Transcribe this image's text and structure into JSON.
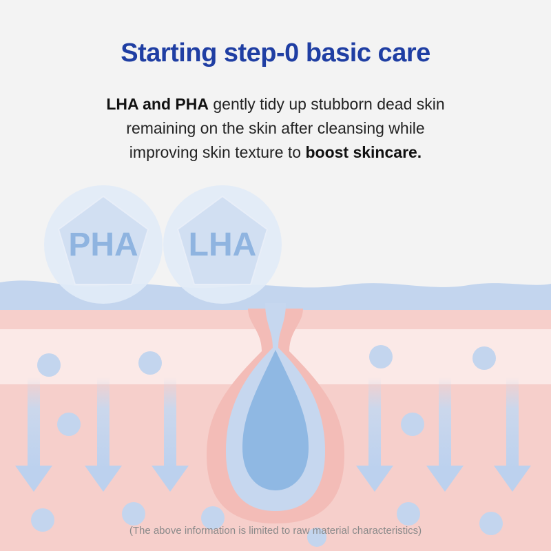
{
  "heading": "Starting step-0 basic care",
  "description": {
    "line1_bold": "LHA and PHA",
    "line1_rest": " gently tidy up stubborn dead skin",
    "line2": "remaining on the skin after cleansing while",
    "line3_start": "improving skin texture to ",
    "line3_bold": "boost skincare."
  },
  "badges": {
    "left_label": "PHA",
    "right_label": "LHA"
  },
  "footnote": "(The above information is limited to raw material characteristics)",
  "colors": {
    "title": "#1f3ea3",
    "surface_blue": "#c3d5ee",
    "skin_pink": "#f6cfcb",
    "skin_light": "#fbe9e7",
    "droplet": "#8fb8e3",
    "badge_label": "#8fb4e0"
  }
}
